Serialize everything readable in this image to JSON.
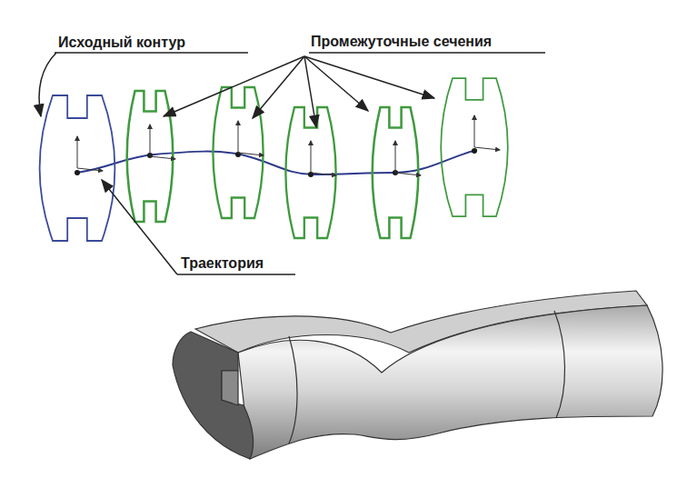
{
  "diagram": {
    "labels": [
      "Исходный контур",
      "Промежуточные сечения",
      "Траектория"
    ]
  }
}
